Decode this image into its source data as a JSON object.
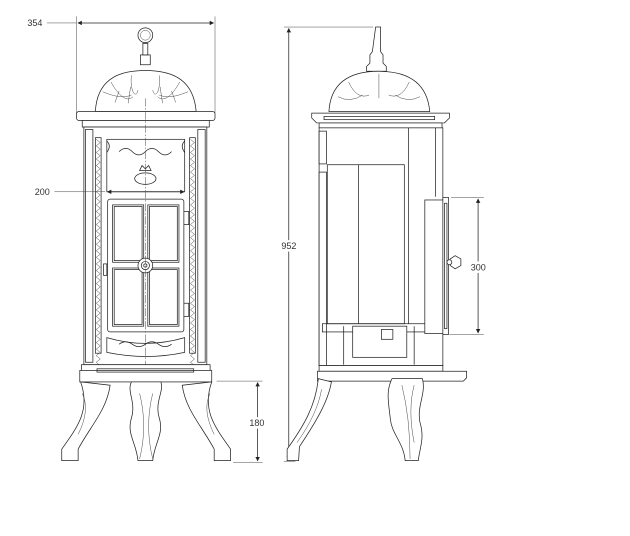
{
  "title": "Stove technical drawing",
  "views": [
    "front",
    "side"
  ],
  "dimensions": {
    "overall_width": "354",
    "door_width": "200",
    "overall_height": "952",
    "door_height": "300",
    "leg_height": "180"
  },
  "colors": {
    "line": "#222222",
    "background": "#ffffff"
  }
}
